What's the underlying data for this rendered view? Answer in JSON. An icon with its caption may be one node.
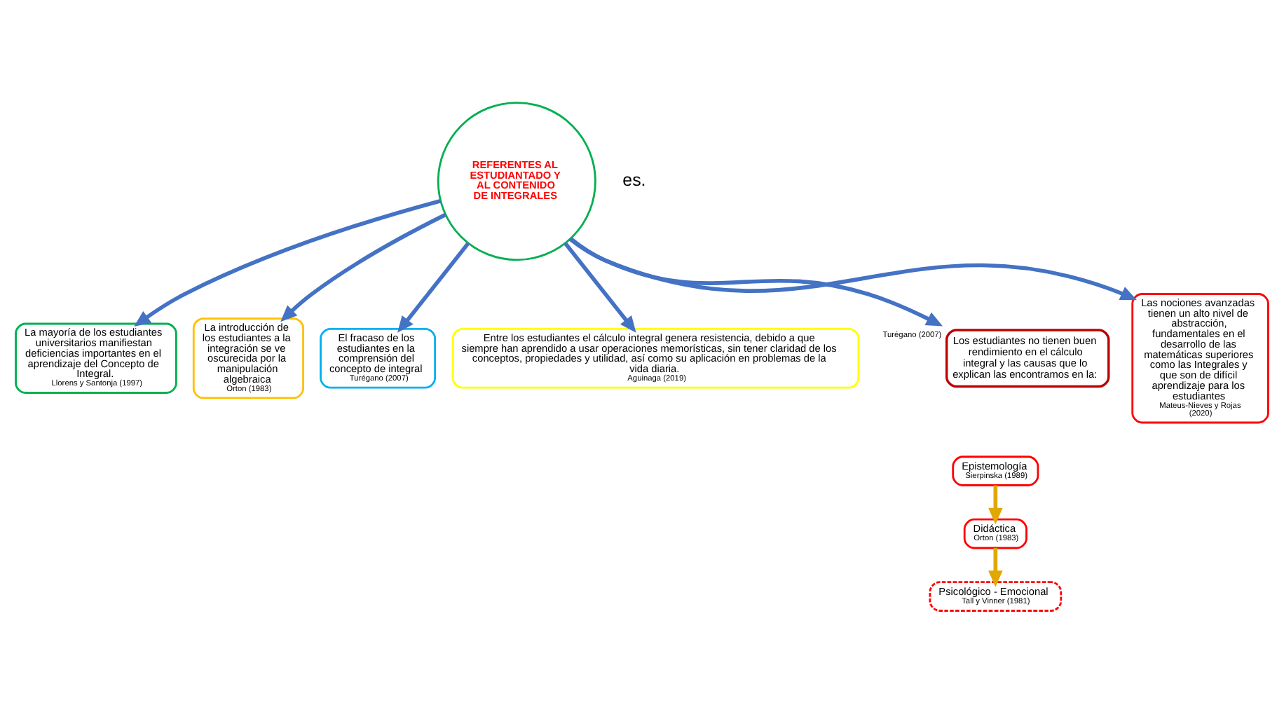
{
  "diagram": {
    "nodes": [
      {
        "text": [
          "REFERENTES AL ESTUDIANTADO Y AL CONTENIDO DE INTEGRALES"
        ]
      },
      {
        "text": [
          "La mayoría de los estudiantes universitarios manifiestan deficiencias importantes en el aprendizaje del Concepto de Integral.",
          "Llorens y Santonja (1997)"
        ]
      },
      {
        "text": [
          "La introducción de los estudiantes a la integración se ve oscurecida por la manipulación algebraica",
          "Orton (1983)"
        ]
      },
      {
        "text": [
          "El fracaso de los estudiantes en la comprensión del concepto de integral",
          "Turégano (2007)"
        ]
      },
      {
        "text": [
          "Entre los estudiantes el cálculo integral genera resistencia, debido a que siempre han aprendido a usar operaciones memorísticas, sin tener claridad de los conceptos, propiedades y utilidad, así como su aplicación en problemas de la vida diaria.",
          "Aguinaga (2019)"
        ]
      },
      {
        "text": [
          "Los estudiantes no tienen buen rendimiento en el cálculo integral y las causas que lo explican las encontramos en la:"
        ],
        "beside": [
          "Turégano (2007)"
        ]
      },
      {
        "text": [
          "Epistemología",
          "Sierpinska (1989)"
        ]
      },
      {
        "text": [
          "Didáctica",
          "Orton (1983)"
        ]
      },
      {
        "text": [
          "Psicológico - Emocional",
          "Tall y Vinner (1981)"
        ]
      },
      {
        "text": [
          "Las nociones avanzadas tienen un alto nivel de abstracción, fundamentales en el desarrollo de las matemáticas superiores como las Integrales y que son de difícil aprendizaje para los estudiantes",
          "Mateus-Nieves y Rojas (2020)"
        ]
      }
    ],
    "edges": [
      {
        "from": 0,
        "to": 1,
        "arrow": "to"
      },
      {
        "from": 0,
        "to": 2,
        "arrow": "to"
      },
      {
        "from": 0,
        "to": 3,
        "arrow": "to"
      },
      {
        "from": 0,
        "to": 4,
        "arrow": "to"
      },
      {
        "from": 0,
        "to": 5,
        "arrow": "to"
      },
      {
        "from": 0,
        "to": 9,
        "arrow": "to"
      },
      {
        "from": 6,
        "to": 7,
        "arrow": "to",
        "color": "#e0a800"
      },
      {
        "from": 7,
        "to": 8,
        "arrow": "to",
        "color": "#e0a800"
      }
    ],
    "labels": [
      "es."
    ]
  }
}
